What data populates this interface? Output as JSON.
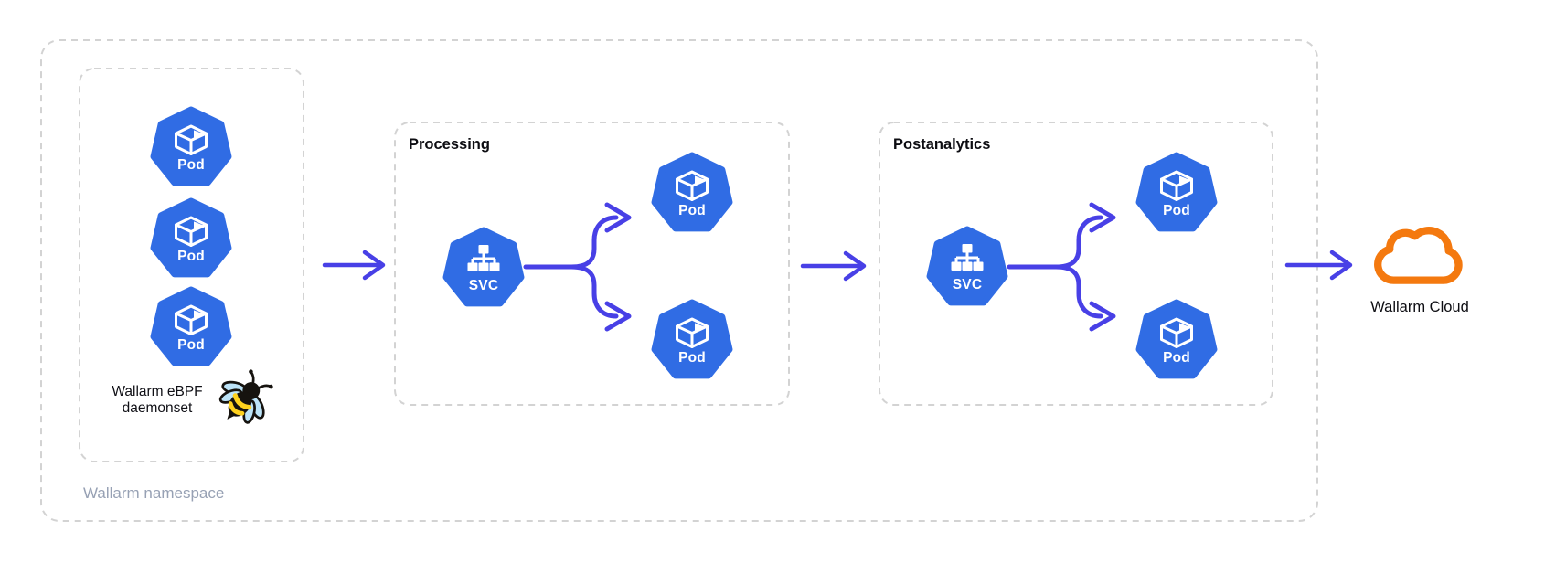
{
  "colors": {
    "node_blue": "#306CE4",
    "arrow_indigo": "#4840E6",
    "cloud_orange": "#F4790F",
    "dash_gray": "#D3D3D3",
    "muted_text": "#97A1B4",
    "dark_text": "#0D0D12"
  },
  "icons": {
    "pod_icon": "kubernetes-pod-heptagon-with-cube",
    "svc_icon": "kubernetes-service-heptagon-with-sitemap",
    "cloud_icon": "cloud-outline",
    "bee_icon": "ebpf-bee"
  },
  "namespace": {
    "label": "Wallarm namespace"
  },
  "daemonset": {
    "caption_line1": "Wallarm eBPF",
    "caption_line2": "daemonset",
    "pods": [
      "Pod",
      "Pod",
      "Pod"
    ]
  },
  "processing": {
    "title": "Processing",
    "svc_label": "SVC",
    "pods": [
      "Pod",
      "Pod"
    ]
  },
  "postanalytics": {
    "title": "Postanalytics",
    "svc_label": "SVC",
    "pods": [
      "Pod",
      "Pod"
    ]
  },
  "cloud": {
    "label": "Wallarm Cloud"
  }
}
